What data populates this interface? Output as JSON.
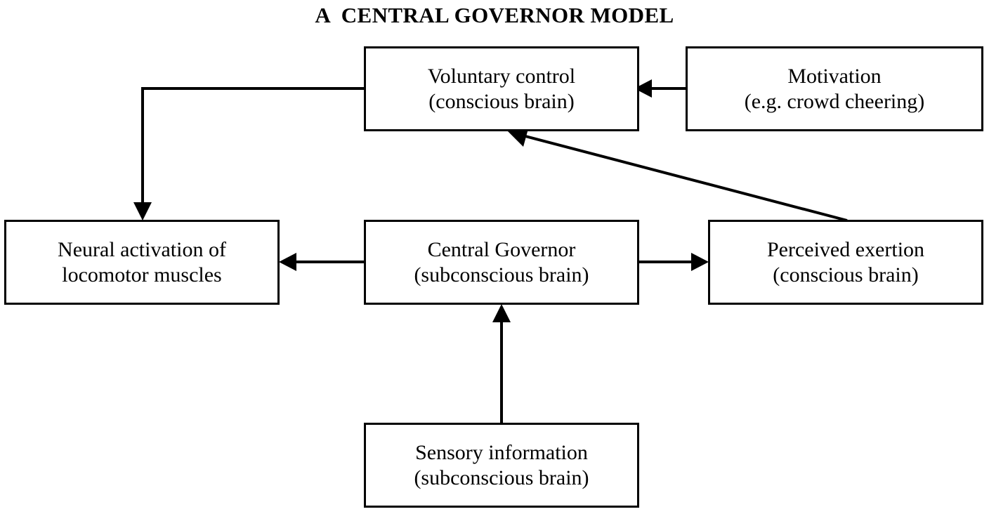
{
  "diagram": {
    "title": "A  CENTRAL GOVERNOR MODEL",
    "type": "flow-diagram",
    "background_color": "#ffffff",
    "line_color": "#000000",
    "text_color": "#000000",
    "nodes": {
      "voluntary_control": {
        "line1": "Voluntary control",
        "line2": "(conscious brain)"
      },
      "motivation": {
        "line1": "Motivation",
        "line2": "(e.g. crowd cheering)"
      },
      "neural_activation": {
        "line1": "Neural activation of",
        "line2": "locomotor muscles"
      },
      "central_governor": {
        "line1": "Central Governor",
        "line2": "(subconscious brain)"
      },
      "perceived_exertion": {
        "line1": "Perceived exertion",
        "line2": "(conscious brain)"
      },
      "sensory_information": {
        "line1": "Sensory information",
        "line2": "(subconscious brain)"
      }
    },
    "edges": [
      {
        "from": "motivation",
        "to": "voluntary_control",
        "style": "straight-horizontal",
        "direction": "left"
      },
      {
        "from": "voluntary_control",
        "to": "neural_activation",
        "style": "elbow",
        "direction": "down"
      },
      {
        "from": "central_governor",
        "to": "neural_activation",
        "style": "straight-horizontal",
        "direction": "left"
      },
      {
        "from": "central_governor",
        "to": "perceived_exertion",
        "style": "straight-horizontal",
        "direction": "right"
      },
      {
        "from": "sensory_information",
        "to": "central_governor",
        "style": "straight-vertical",
        "direction": "up"
      },
      {
        "from": "perceived_exertion",
        "to": "voluntary_control",
        "style": "diagonal",
        "direction": "up-left"
      }
    ]
  }
}
